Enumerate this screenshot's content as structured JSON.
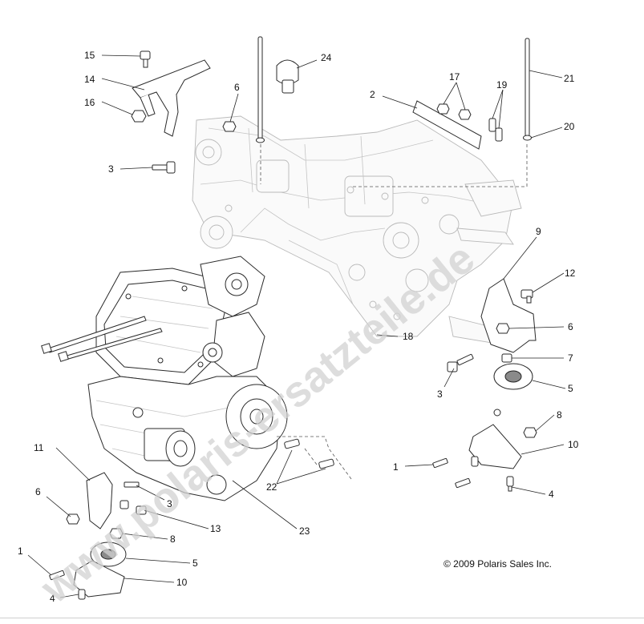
{
  "watermark": "www.polaris-ersatzteile.de",
  "copyright": "© 2009 Polaris Sales Inc.",
  "callouts": [
    "15",
    "14",
    "16",
    "6",
    "3",
    "24",
    "2",
    "17",
    "19",
    "21",
    "20",
    "9",
    "12",
    "6",
    "7",
    "5",
    "8",
    "10",
    "1",
    "4",
    "3",
    "18",
    "11",
    "6",
    "3",
    "13",
    "8",
    "5",
    "1",
    "4",
    "10",
    "22",
    "23"
  ]
}
